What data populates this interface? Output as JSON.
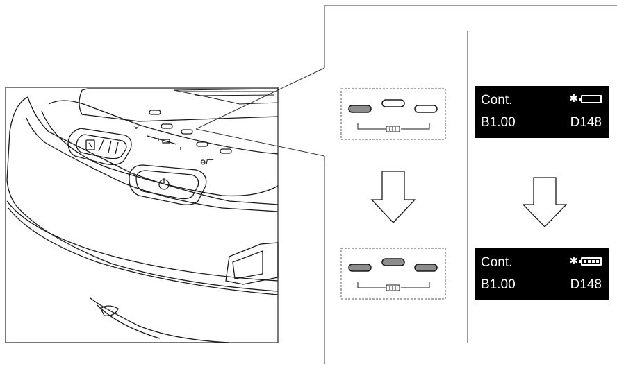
{
  "display_before": {
    "mode": "Cont.",
    "left_value": "B1.00",
    "right_value": "D148",
    "bluetooth_symbol": "✱",
    "battery_level": 0
  },
  "display_after": {
    "mode": "Cont.",
    "left_value": "B1.00",
    "right_value": "D148",
    "bluetooth_symbol": "✱",
    "battery_level": 1
  },
  "led_panel_before": {
    "lit": [
      true,
      false,
      false
    ]
  },
  "led_panel_after": {
    "lit": [
      true,
      true,
      true
    ]
  },
  "colors": {
    "led_lit": "#8c8c8c",
    "led_off": "#ffffff",
    "line": "#1a1a1a",
    "display_bg": "#000000"
  }
}
